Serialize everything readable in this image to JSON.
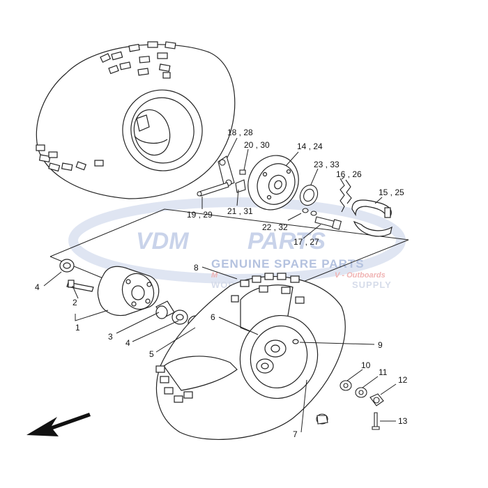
{
  "watermark": {
    "brand_left": "VDM",
    "brand_right": "PARTS",
    "tagline": "GENUINE SPARE PARTS",
    "sub_left": "M",
    "sub_right": "V - Outboards",
    "footer_left": "WOR",
    "footer_right": "SUPPLY",
    "brand_color": "#c9d3ea",
    "accent_color": "#f0b4b4"
  },
  "callouts": {
    "c1": "1",
    "c2": "2",
    "c3": "3",
    "c4a": "4",
    "c4b": "4",
    "c5": "5",
    "c6": "6",
    "c7": "7",
    "c8": "8",
    "c9": "9",
    "c10": "10",
    "c11": "11",
    "c12": "12",
    "c13": "13",
    "c14_24": "14 , 24",
    "c15_25": "15 , 25",
    "c16_26": "16 , 26",
    "c17_27": "17 , 27",
    "c18_28": "18 , 28",
    "c19_29": "19 , 29",
    "c20_30": "20 , 30",
    "c21_31": "21 , 31",
    "c22_32": "22 , 32",
    "c23_33": "23 , 33"
  },
  "icons": {
    "direction": "direction-arrow-icon"
  }
}
